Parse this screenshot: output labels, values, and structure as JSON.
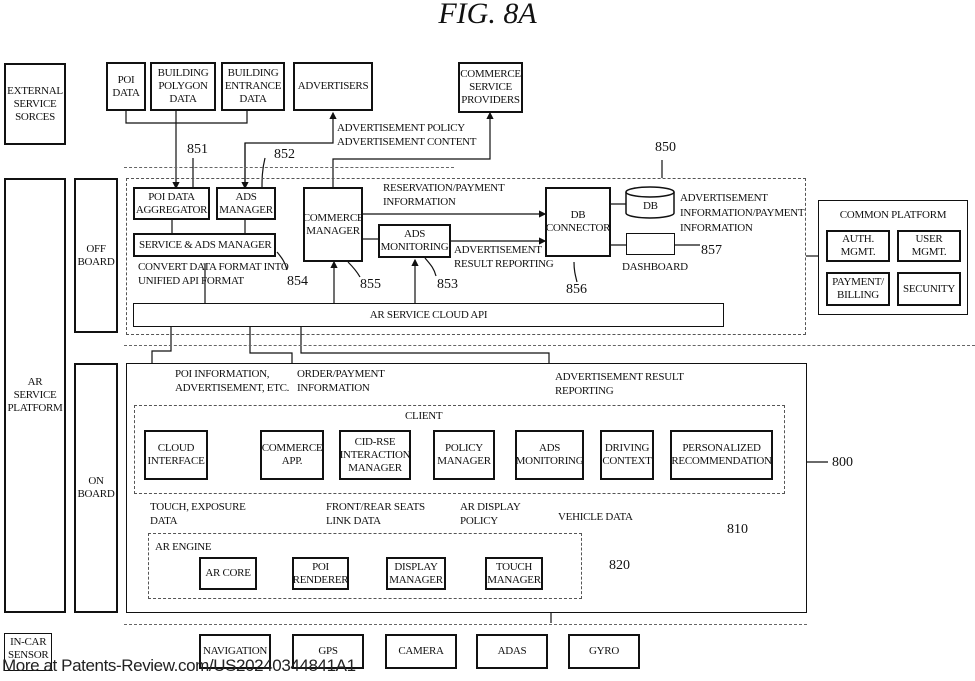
{
  "figure": {
    "title": "FIG. 8A",
    "watermark": "More at Patents-Review.com/US20240344841A1"
  },
  "left_column": {
    "external": "EXTERNAL SERVICE SORCES",
    "platform": "AR SERVICE PLATFORM",
    "off_board": "OFF BOARD",
    "on_board": "ON BOARD",
    "in_car_sensor": "IN-CAR SENSOR"
  },
  "external_sources": {
    "poi_data": "POI DATA",
    "building_polygon": "BUILDING POLYGON DATA",
    "building_entrance": "BUILDING ENTRANCE DATA",
    "advertisers": "ADVERTISERS",
    "commerce_providers": "COMMERCE SERVICE PROVIDERS",
    "ad_policy_label_1": "ADVERTISEMENT POLICY",
    "ad_policy_label_2": "ADVERTISEMENT CONTENT"
  },
  "off_board": {
    "ref": "850",
    "poi_aggregator": "POI DATA AGGREGATOR",
    "ads_manager": "ADS MANAGER",
    "service_ads_manager": "SERVICE & ADS MANAGER",
    "convert_label_1": "CONVERT DATA FORMAT INTO",
    "convert_label_2": "UNIFIED API FORMAT",
    "commerce_manager": "COMMERCE MANAGER",
    "ads_monitoring": "ADS MONITORING",
    "reservation_label_1": "RESERVATION/PAYMENT",
    "reservation_label_2": "INFORMATION",
    "ad_result_label_1": "ADVERTISEMENT",
    "ad_result_label_2": "RESULT REPORTING",
    "db_connector": "DB CONNECTOR",
    "db": "DB",
    "db_info_1": "ADVERTISEMENT",
    "db_info_2": "INFORMATION/PAYMENT",
    "db_info_3": "INFORMATION",
    "dashboard": "DASHBOARD",
    "cloud_api": "AR SERVICE CLOUD API",
    "refs": {
      "r851": "851",
      "r852": "852",
      "r853": "853",
      "r854": "854",
      "r855": "855",
      "r856": "856",
      "r857": "857"
    }
  },
  "common_platform": {
    "title": "COMMON PLATFORM",
    "auth": "AUTH. MGMT.",
    "user": "USER MGMT.",
    "payment": "PAYMENT/ BILLING",
    "security": "SECUNITY"
  },
  "on_board": {
    "ref": "800",
    "poi_info_1": "POI INFORMATION,",
    "poi_info_2": "ADVERTISEMENT, ETC.",
    "order_1": "ORDER/PAYMENT",
    "order_2": "INFORMATION",
    "ad_result_1": "ADVERTISEMENT RESULT",
    "ad_result_2": "REPORTING",
    "client": {
      "title": "CLIENT",
      "ref": "810",
      "modules": [
        "CLOUD INTERFACE",
        "COMMERCE APP.",
        "CID-RSE INTERACTION MANAGER",
        "POLICY MANAGER",
        "ADS MONITORING",
        "DRIVING CONTEXT",
        "PERSONALIZED RECOMMENDATION"
      ]
    },
    "touch_1": "TOUCH, EXPOSURE",
    "touch_2": "DATA",
    "seats_1": "FRONT/REAR SEATS",
    "seats_2": "LINK DATA",
    "ar_policy_1": "AR DISPLAY",
    "ar_policy_2": "POLICY",
    "vehicle_data": "VEHICLE DATA",
    "ar_engine": {
      "title": "AR ENGINE",
      "ref": "820",
      "modules": [
        "AR CORE",
        "POI RENDERER",
        "DISPLAY MANAGER",
        "TOUCH MANAGER"
      ]
    }
  },
  "sensors": [
    "NAVIGATION",
    "GPS",
    "CAMERA",
    "ADAS",
    "GYRO"
  ]
}
